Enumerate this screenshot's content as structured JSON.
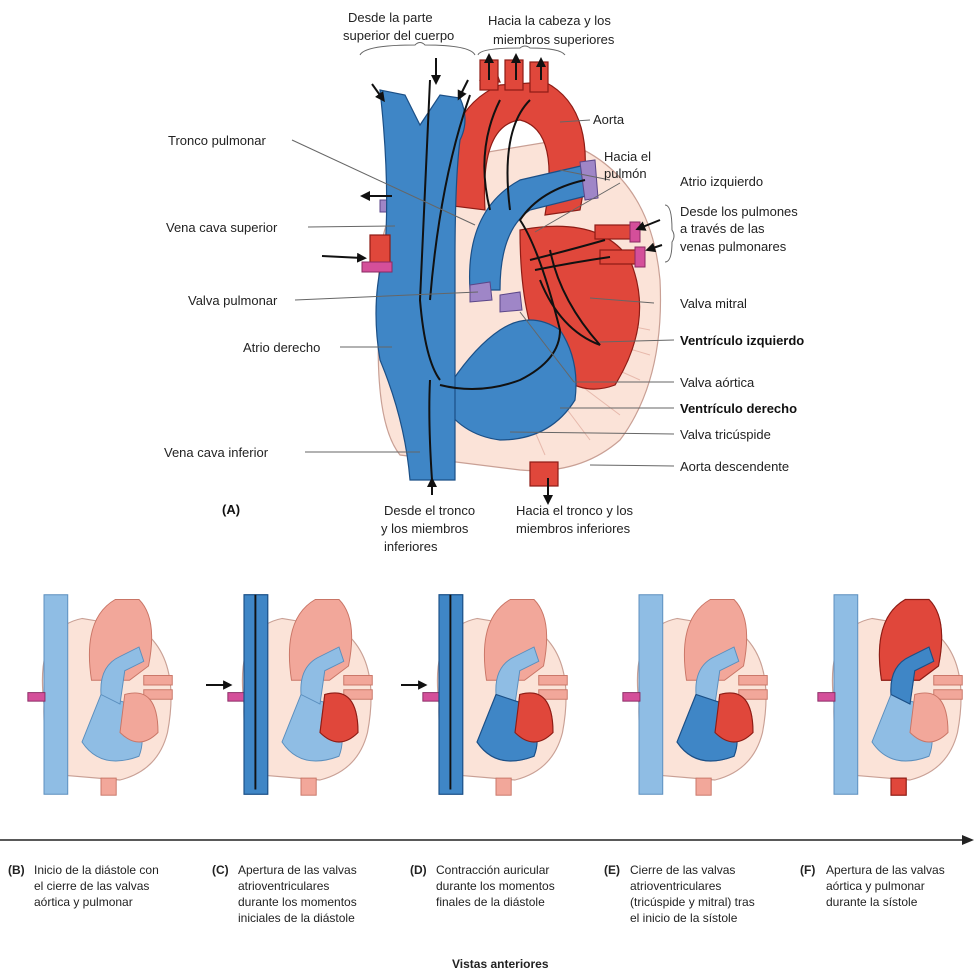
{
  "main_labels": {
    "top_left": [
      "Desde la parte",
      "superior del cuerpo"
    ],
    "top_right": [
      "Hacia la cabeza y los",
      "miembros superiores"
    ],
    "aorta": "Aorta",
    "hacia_pulmon": [
      "Hacia el",
      "pulmón"
    ],
    "tronco_pulmonar": "Tronco pulmonar",
    "atrio_izquierdo": "Atrio izquierdo",
    "desde_pulmones": [
      "Desde los pulmones",
      "a través de las",
      "venas pulmonares"
    ],
    "vena_cava_superior": "Vena cava superior",
    "valva_pulmonar": "Valva pulmonar",
    "valva_mitral": "Valva mitral",
    "atrio_derecho": "Atrio derecho",
    "ventriculo_izquierdo": "Ventrículo izquierdo",
    "valva_aortica": "Valva aórtica",
    "ventriculo_derecho": "Ventrículo derecho",
    "vena_cava_inferior": "Vena cava inferior",
    "valva_tricuspide": "Valva tricúspide",
    "aorta_descendente": "Aorta descendente",
    "panel_a": "(A)",
    "bottom_left": [
      "Desde el tronco",
      "y los miembros",
      "inferiores"
    ],
    "bottom_right": [
      "Hacia el tronco y los",
      "miembros inferiores"
    ]
  },
  "panels": [
    {
      "letter": "(B)",
      "lines": [
        "Inicio de la diástole con",
        "el cierre de las valvas",
        "aórtica y pulmonar"
      ]
    },
    {
      "letter": "(C)",
      "lines": [
        "Apertura de las valvas",
        "atrioventriculares",
        "durante los momentos",
        "iniciales de la diástole"
      ]
    },
    {
      "letter": "(D)",
      "lines": [
        "Contracción auricular",
        "durante los momentos",
        "finales de la diástole"
      ]
    },
    {
      "letter": "(E)",
      "lines": [
        "Cierre de las valvas",
        "atrioventriculares",
        "(tricúspide y mitral) tras",
        "el inicio de la sístole"
      ]
    },
    {
      "letter": "(F)",
      "lines": [
        "Apertura de las valvas",
        "aórtica y pulmonar",
        "durante la sístole"
      ]
    }
  ],
  "footer": "Vistas anteriores",
  "colors": {
    "venous": "#3f86c6",
    "arterial": "#e0473b",
    "pericardium": "#fbe3d8",
    "valve": "#9f86c7"
  }
}
